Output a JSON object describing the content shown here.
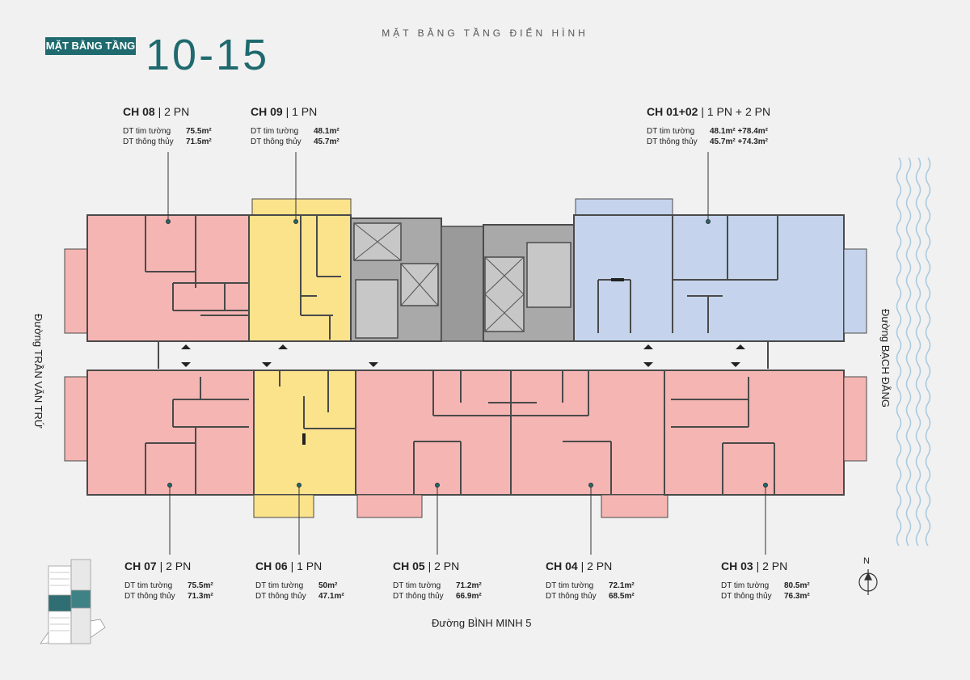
{
  "header": {
    "badge": "MẶT BẰNG TẦNG",
    "floors": "10-15",
    "title": "MẶT BẰNG TẦNG ĐIỂN HÌNH"
  },
  "units": {
    "ch08": {
      "code": "CH 08",
      "sep": " | ",
      "type": "2 PN",
      "label1": "DT tim tường",
      "value1": "75.5m²",
      "label2": "DT thông thủy",
      "value2": "71.5m²"
    },
    "ch09": {
      "code": "CH 09",
      "sep": " | ",
      "type": "1 PN",
      "label1": "DT tim tường",
      "value1": "48.1m²",
      "label2": "DT thông thủy",
      "value2": "45.7m²"
    },
    "ch0102": {
      "code": "CH 01+02",
      "sep": " | ",
      "type": "1 PN + 2 PN",
      "label1": "DT tim tường",
      "value1": "48.1m² +78.4m²",
      "label2": "DT thông thủy",
      "value2": "45.7m² +74.3m²"
    },
    "ch07": {
      "code": "CH 07",
      "sep": " | ",
      "type": "2 PN",
      "label1": "DT tim tường",
      "value1": "75.5m²",
      "label2": "DT thông thủy",
      "value2": "71.3m²"
    },
    "ch06": {
      "code": "CH 06",
      "sep": " | ",
      "type": "1 PN",
      "label1": "DT tim tường",
      "value1": "50m²",
      "label2": "DT thông thủy",
      "value2": "47.1m²"
    },
    "ch05": {
      "code": "CH 05",
      "sep": " | ",
      "type": "2 PN",
      "label1": "DT tim tường",
      "value1": "71.2m²",
      "label2": "DT thông thủy",
      "value2": "66.9m²"
    },
    "ch04": {
      "code": "CH 04",
      "sep": " | ",
      "type": "2 PN",
      "label1": "DT tim tường",
      "value1": "72.1m²",
      "label2": "DT thông thủy",
      "value2": "68.5m²"
    },
    "ch03": {
      "code": "CH 03",
      "sep": " | ",
      "type": "2 PN",
      "label1": "DT tim tường",
      "value1": "80.5m²",
      "label2": "DT thông thủy",
      "value2": "76.3m²"
    }
  },
  "streets": {
    "west": "Đường TRẦN VĂN TRỨ",
    "east": "Đường BẠCH ĐẰNG",
    "south": "Đường BÌNH MINH 5"
  },
  "compass": {
    "north": "N"
  },
  "colors": {
    "teal": "#1e6a6e",
    "pink": "#f5b5b3",
    "yellow": "#fbe38c",
    "blue": "#c5d4ec",
    "core": "#a9a9a9",
    "wall": "#4a4a4a",
    "water": "#9cc3d9"
  }
}
